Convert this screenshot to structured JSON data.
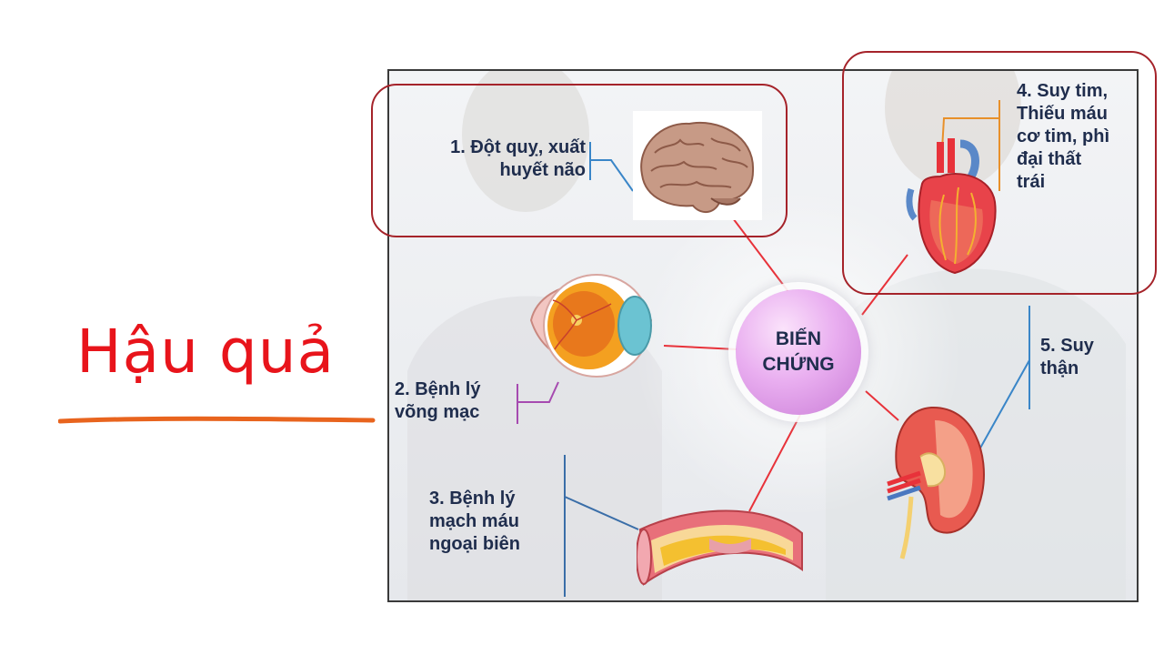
{
  "slide": {
    "title": "Hậu quả",
    "accent_color": "#e8141b",
    "underline_color": "#e8641e"
  },
  "diagram": {
    "center": {
      "line1": "BIẾN",
      "line2": "CHỨNG",
      "color": "#d98fe0"
    },
    "connector_color": "#e8323a",
    "highlight_color": "#a5232a",
    "complications": [
      {
        "id": "stroke",
        "lines": [
          "1. Đột quỵ, xuất",
          "huyết não"
        ],
        "icon": "brain-icon",
        "bracket_color": "#3a86c8"
      },
      {
        "id": "retina",
        "lines": [
          "2. Bệnh lý",
          "võng mạc"
        ],
        "icon": "eye-icon",
        "bracket_color": "#a64ab0"
      },
      {
        "id": "vascular",
        "lines": [
          "3. Bệnh lý",
          "mạch máu",
          "ngoại biên"
        ],
        "icon": "blood-vessel-icon",
        "bracket_color": "#3a6ea8"
      },
      {
        "id": "heart",
        "lines": [
          "4. Suy tim,",
          "Thiếu máu",
          "cơ tim, phì",
          "đại thất",
          "trái"
        ],
        "icon": "heart-icon",
        "bracket_color": "#e8902a"
      },
      {
        "id": "kidney",
        "lines": [
          "5. Suy",
          "thận"
        ],
        "icon": "kidney-icon",
        "bracket_color": "#3a86c8"
      }
    ]
  }
}
